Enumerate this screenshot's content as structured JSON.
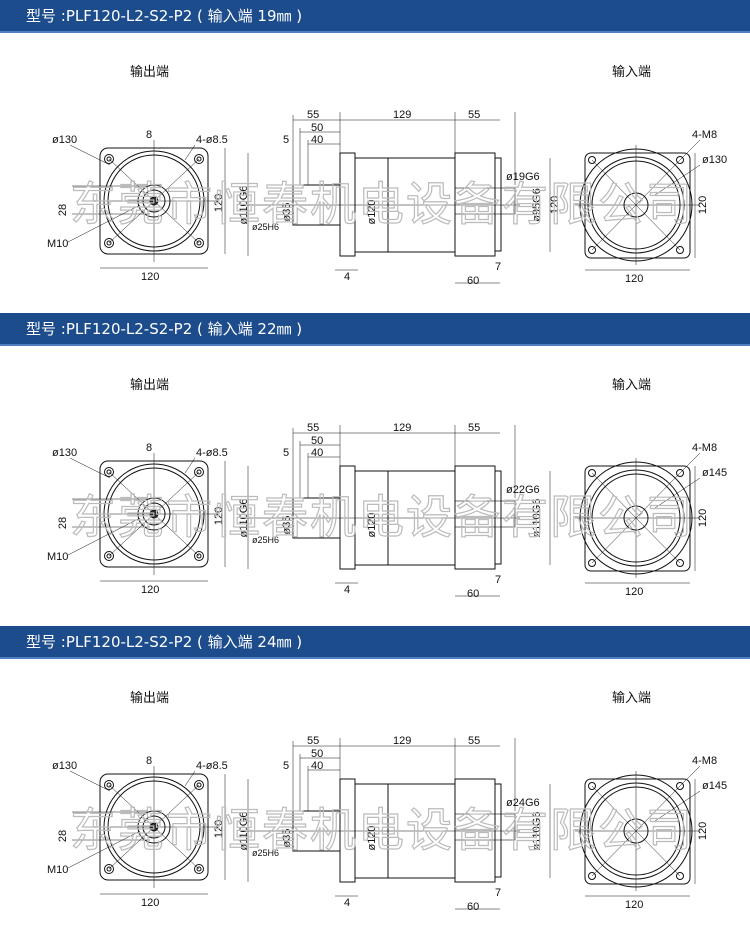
{
  "watermark": "东莞市恒春机电设备有限公司",
  "sections": [
    {
      "title": "型号 :PLF120-L2-S2-P2 ( 输入端 19㎜ )",
      "output_label": "输出端",
      "input_label": "输入端",
      "out": {
        "d_pcd": "ø130",
        "key": "8",
        "holes": "4-ø8.5",
        "h28": "28",
        "side": "120",
        "bottom": "120",
        "thread": "M10"
      },
      "side": {
        "d55": "55",
        "d50": "50",
        "d40": "40",
        "d5": "5",
        "d129": "129",
        "d55b": "55",
        "pilot": "ø110G6",
        "shaft": "ø35",
        "bore": "ø25H6",
        "body": "ø120",
        "in_bore": "ø19G6",
        "in_pilot": "ø95G6",
        "in_side": "120",
        "d4": "4",
        "d7": "7",
        "d60": "60"
      },
      "inp": {
        "holes": "4-M8",
        "pcd": "ø130",
        "side": "120",
        "bottom": "120"
      }
    },
    {
      "title": "型号 :PLF120-L2-S2-P2 ( 输入端 22㎜ )",
      "output_label": "输出端",
      "input_label": "输入端",
      "out": {
        "d_pcd": "ø130",
        "key": "8",
        "holes": "4-ø8.5",
        "h28": "28",
        "side": "120",
        "bottom": "120",
        "thread": "M10"
      },
      "side": {
        "d55": "55",
        "d50": "50",
        "d40": "40",
        "d5": "5",
        "d129": "129",
        "d55b": "55",
        "pilot": "ø110G6",
        "shaft": "ø35",
        "bore": "ø25H6",
        "body": "ø120",
        "in_bore": "ø22G6",
        "in_pilot": "ø110G6",
        "in_side": "",
        "d4": "4",
        "d7": "7",
        "d60": "60"
      },
      "inp": {
        "holes": "4-M8",
        "pcd": "ø145",
        "side": "120",
        "bottom": "120"
      }
    },
    {
      "title": "型号 :PLF120-L2-S2-P2 ( 输入端 24㎜ )",
      "output_label": "输出端",
      "input_label": "输入端",
      "out": {
        "d_pcd": "ø130",
        "key": "8",
        "holes": "4-ø8.5",
        "h28": "28",
        "side": "120",
        "bottom": "120",
        "thread": "M10"
      },
      "side": {
        "d55": "55",
        "d50": "50",
        "d40": "40",
        "d5": "5",
        "d129": "129",
        "d55b": "55",
        "pilot": "ø110G6",
        "shaft": "ø35",
        "bore": "ø25H6",
        "body": "ø120",
        "in_bore": "ø24G6",
        "in_pilot": "ø110G6",
        "in_side": "",
        "d4": "4",
        "d7": "7",
        "d60": "60"
      },
      "inp": {
        "holes": "4-M8",
        "pcd": "ø145",
        "side": "120",
        "bottom": "120"
      }
    }
  ]
}
